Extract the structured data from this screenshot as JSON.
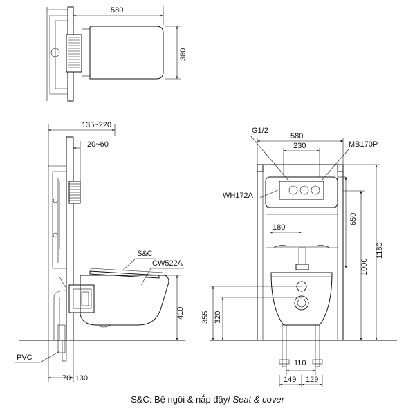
{
  "dimensions": {
    "top_width": "580",
    "top_height": "380",
    "side_depth": "135~220",
    "side_inner": "20~60",
    "side_height": "410",
    "side_bottom": "70~130",
    "front_width": "580",
    "front_inner": "230",
    "front_650": "650",
    "front_1000": "1000",
    "front_1180": "1180",
    "front_180": "180",
    "front_355": "355",
    "front_320": "320",
    "front_110": "110",
    "front_149": "149",
    "front_129": "129"
  },
  "labels": {
    "sc": "S&C",
    "cw522a": "CW522A",
    "pvc": "PVC",
    "g12": "G1/2",
    "mb170p": "MB170P",
    "wh172a": "WH172A"
  },
  "caption": {
    "main": "S&C: Bệ ngồi & nắp đậy/ ",
    "italic": "Seat & cover"
  }
}
